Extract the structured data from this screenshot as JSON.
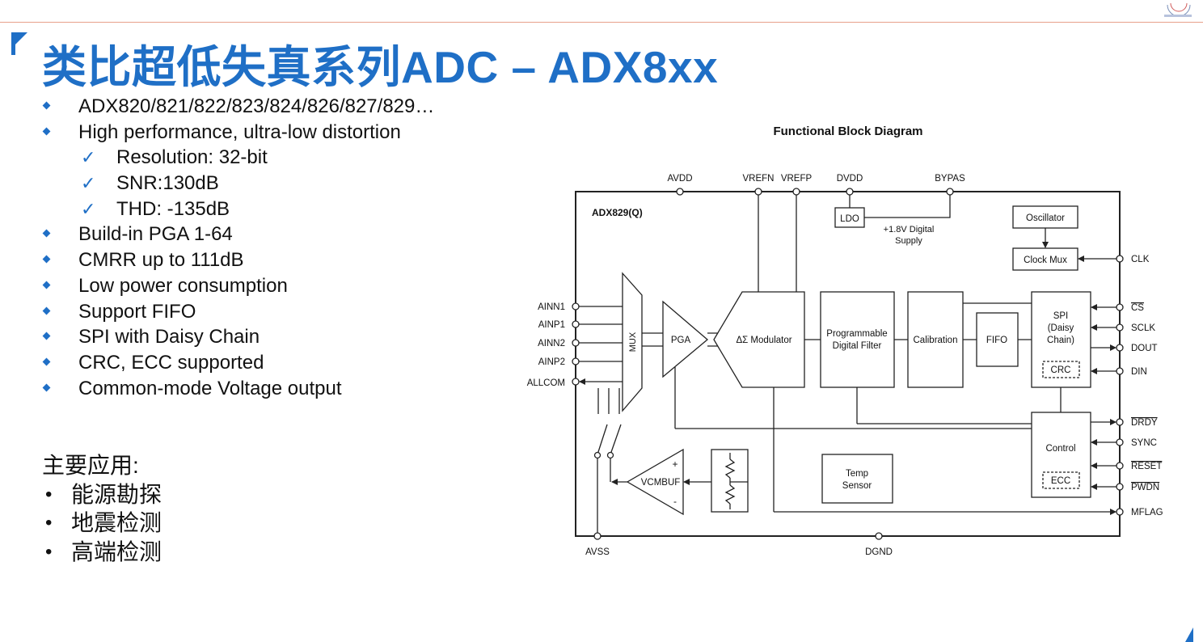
{
  "slide": {
    "title": "类比超低失真系列ADC – ADX8xx",
    "bullets": [
      {
        "level": 1,
        "text": "ADX820/821/822/823/824/826/827/829…"
      },
      {
        "level": 1,
        "text": "High performance, ultra-low distortion"
      },
      {
        "level": 2,
        "text": "Resolution: 32-bit"
      },
      {
        "level": 2,
        "text": "SNR:130dB"
      },
      {
        "level": 2,
        "text": "THD: -135dB"
      },
      {
        "level": 1,
        "text": "Build-in PGA 1-64"
      },
      {
        "level": 1,
        "text": "CMRR up to 111dB"
      },
      {
        "level": 1,
        "text": "Low power consumption"
      },
      {
        "level": 1,
        "text": "Support FIFO"
      },
      {
        "level": 1,
        "text": "SPI with Daisy Chain"
      },
      {
        "level": 1,
        "text": "CRC, ECC supported"
      },
      {
        "level": 1,
        "text": "Common-mode Voltage output"
      }
    ],
    "check_glyph": "✓",
    "apps": {
      "heading": "主要应用:",
      "items": [
        "能源勘探",
        "地震检测",
        "高端检测"
      ],
      "bullet_glyph": "•"
    }
  },
  "diagram": {
    "title": "Functional Block Diagram",
    "chip_name": "ADX829(Q)",
    "top_pins": [
      "AVDD",
      "VREFN",
      "VREFP",
      "DVDD",
      "BYPAS"
    ],
    "left_pins": [
      "AINN1",
      "AINP1",
      "AINN2",
      "AINP2",
      "ALLCOM"
    ],
    "right_pins": [
      "CLK",
      "CS",
      "SCLK",
      "DOUT",
      "DIN",
      "DRDY",
      "SYNC",
      "RESET",
      "PWDN",
      "MFLAG"
    ],
    "bottom_pins": [
      "AVSS",
      "DGND"
    ],
    "blocks": {
      "ldo": "LDO",
      "supply_line1": "+1.8V Digital",
      "supply_line2": "Supply",
      "oscillator": "Oscillator",
      "clock_mux": "Clock Mux",
      "mux": "MUX",
      "pga": "PGA",
      "modulator": "ΔΣ Modulator",
      "filter_line1": "Programmable",
      "filter_line2": "Digital Filter",
      "calibration": "Calibration",
      "fifo": "FIFO",
      "spi_line1": "SPI",
      "spi_line2": "(Daisy",
      "spi_line3": "Chain)",
      "crc": "CRC",
      "control": "Control",
      "ecc": "ECC",
      "temp_line1": "Temp",
      "temp_line2": "Sensor",
      "vcmbuf": "VCMBUF",
      "plus": "+",
      "minus": "-"
    },
    "colors": {
      "accent": "#1f6fc6",
      "line": "#222222"
    }
  }
}
